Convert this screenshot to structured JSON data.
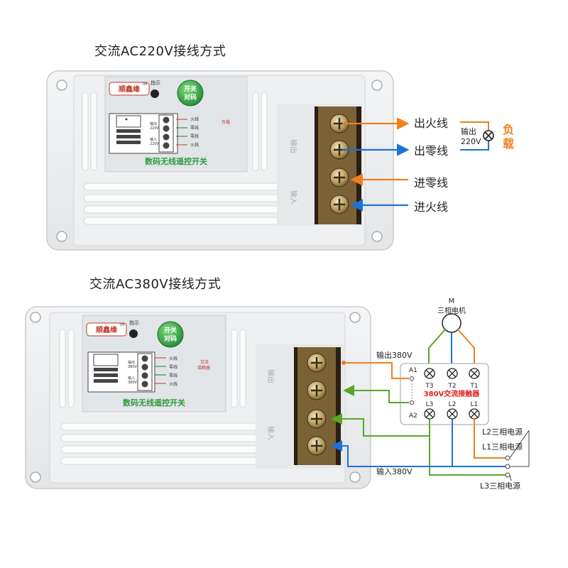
{
  "section1": {
    "title": "交流AC220V接线方式",
    "device": {
      "brand": "顺鑫缘",
      "tm": "TM",
      "indicator": "指示",
      "pair_button": [
        "开关",
        "对码"
      ],
      "panel_title": "数码无线遥控开关",
      "mini_labels": [
        "火线",
        "零线",
        "零线",
        "火线",
        "输出",
        "220V",
        "输入",
        "220V",
        "负载"
      ],
      "side_labels": [
        "输出",
        "输入"
      ]
    },
    "labels": {
      "out_live": "出火线",
      "out_neutral": "出零线",
      "in_neutral": "进零线",
      "in_live": "进火线",
      "output_voltage": [
        "输出",
        "220V"
      ],
      "load": [
        "负",
        "载"
      ]
    }
  },
  "section2": {
    "title": "交流AC380V接线方式",
    "device": {
      "brand": "顺鑫缘",
      "tm": "TM",
      "indicator": "指示",
      "pair_button": [
        "开关",
        "对码"
      ],
      "panel_title": "数码无线遥控开关",
      "mini_labels": [
        "火线",
        "零线",
        "零线",
        "火线",
        "输出",
        "380V",
        "输入",
        "380V",
        "交流",
        "接触器"
      ],
      "side_labels": [
        "输出",
        "输入"
      ]
    },
    "labels": {
      "output_380": "输出380V",
      "input_380": "输入380V",
      "motor_m": "M",
      "motor_name": "三相电机",
      "contactor": "380V交流接触器",
      "a1": "A1",
      "a2": "A2",
      "top_terms": [
        "T3",
        "T2",
        "T1"
      ],
      "bottom_terms": [
        "L3",
        "L2",
        "L1"
      ],
      "l1": "L1三相电源",
      "l2": "L2三相电源",
      "l3": "L3三相电源"
    }
  },
  "colors": {
    "orange": "#f07f1e",
    "blue": "#1c72d6",
    "green": "#5aa627",
    "red_text": "#e02020",
    "load_text": "#f07f1e"
  }
}
